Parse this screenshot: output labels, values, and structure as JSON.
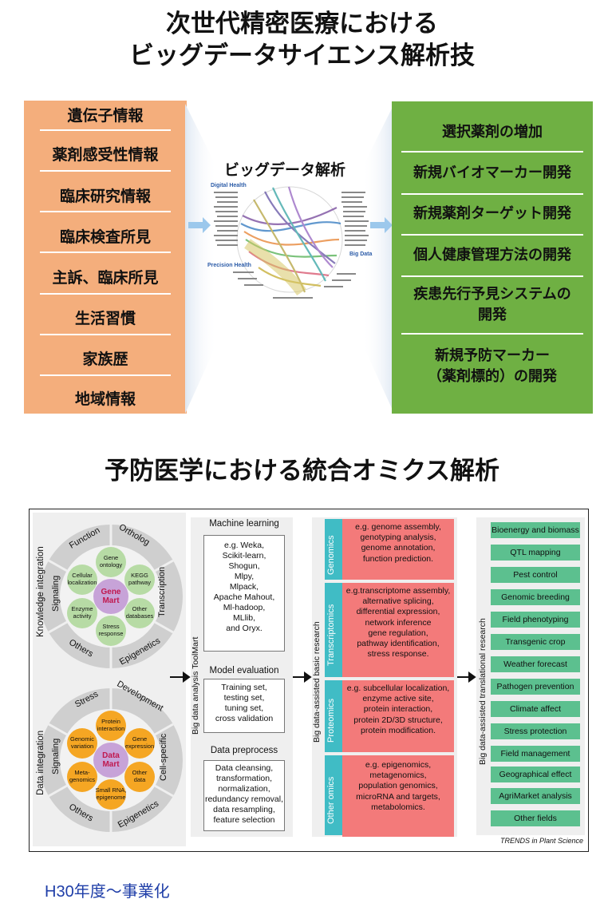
{
  "header": {
    "title_line1": "次世代精密医療における",
    "title_line2": "ビッグデータサイエンス解析技"
  },
  "left_panel": {
    "items": [
      "遺伝子情報",
      "薬剤感受性情報",
      "臨床研究情報",
      "臨床検査所見",
      "主訴、臨床所見",
      "生活習慣",
      "家族歴",
      "地域情報"
    ]
  },
  "center": {
    "title": "ビッグデータ解析",
    "labels": {
      "digital_health": "Digital Health",
      "precision_health": "Precision Health",
      "big_data": "Big Data"
    }
  },
  "right_panel": {
    "items": [
      {
        "line1": "選択薬剤の増加",
        "line2": ""
      },
      {
        "line1": "新規バイオマーカー開発",
        "line2": ""
      },
      {
        "line1": "新規薬剤ターゲット開発",
        "line2": ""
      },
      {
        "line1": "個人健康管理方法の開発",
        "line2": ""
      },
      {
        "line1": "疾患先行予見システムの",
        "line2": "開発"
      },
      {
        "line1": "新規予防マーカー",
        "line2": "（薬剤標的）の開発"
      }
    ]
  },
  "section2": {
    "title": "予防医学における統合オミクス解析"
  },
  "figure": {
    "knowledge_label": "Knowledge integration",
    "data_label": "Data integration",
    "top_ring": {
      "segments": [
        "Function",
        "Ortholog",
        "Transcription",
        "Epigenetics",
        "Others",
        "Signaling"
      ],
      "center": "Gene\nMart",
      "petals": [
        "Gene\nontology",
        "KEGG\npathway",
        "Other\ndatabases",
        "Stress\nresponse",
        "Enzyme\nactivity",
        "Cellular\nlocalization"
      ]
    },
    "bottom_ring": {
      "segments": [
        "Stress",
        "Development",
        "Cell-specific",
        "Epigenetics",
        "Others",
        "Signaling"
      ],
      "center": "Data\nMart",
      "petals": [
        "Protein\ninteraction",
        "Gene\nexpression",
        "Other\ndata",
        "Small RNA,\nepigenome",
        "Meta-\ngenomics",
        "Genomic\nvariation"
      ]
    },
    "toolmart_label": "Big data analysis ToolMart",
    "ml_head": "Machine learning",
    "ml_box": [
      "e.g. Weka,",
      "Scikit-learn,",
      "Shogun,",
      "Mlpy,",
      "Mlpack,",
      "Apache Mahout,",
      "Ml-hadoop,",
      "MLlib,",
      "and Oryx."
    ],
    "me_head": "Model evaluation",
    "me_box": [
      "Training set,",
      "testing set,",
      "tuning set,",
      "cross validation"
    ],
    "dp_head": "Data preprocess",
    "dp_box": [
      "Data cleansing,",
      "transformation,",
      "normalization,",
      "redundancy removal,",
      "data resampling,",
      "feature selection"
    ],
    "basic_label": "Big data-assisted basic research",
    "omics": [
      {
        "name": "Genomics",
        "lines": [
          "e.g. genome assembly,",
          "genotyping analysis,",
          "genome annotation,",
          "function prediction."
        ]
      },
      {
        "name": "Transcriptomics",
        "lines": [
          "e.g.transcriptome assembly,",
          "alternative splicing,",
          "differential expression,",
          "network inference",
          "gene regulation,",
          "pathway identification,",
          "stress response."
        ]
      },
      {
        "name": "Proteomics",
        "lines": [
          "e.g. subcellular localization,",
          "enzyme active site,",
          "protein interaction,",
          "protein 2D/3D structure,",
          "protein modification."
        ]
      },
      {
        "name": "Other omics",
        "lines": [
          "e.g. epigenomics,",
          "metagenomics,",
          "population genomics,",
          "microRNA and targets,",
          "metabolomics."
        ]
      }
    ],
    "translational_label": "Big data-assisted translational research",
    "translational_items": [
      "Bioenergy and biomass",
      "QTL mapping",
      "Pest control",
      "Genomic breeding",
      "Field phenotyping",
      "Transgenic crop",
      "Weather forecast",
      "Pathogen prevention",
      "Climate affect",
      "Stress protection",
      "Field management",
      "Geographical effect",
      "AgriMarket analysis",
      "Other fields"
    ],
    "credit": "TRENDS in Plant Science"
  },
  "footer": {
    "text": "H30年度〜事業化"
  },
  "colors": {
    "left": "#f4ae7c",
    "right": "#6fb043",
    "teal": "#40bcc5",
    "pink": "#f37a7a",
    "green": "#5cc08f",
    "footer": "#1f3ea8"
  }
}
